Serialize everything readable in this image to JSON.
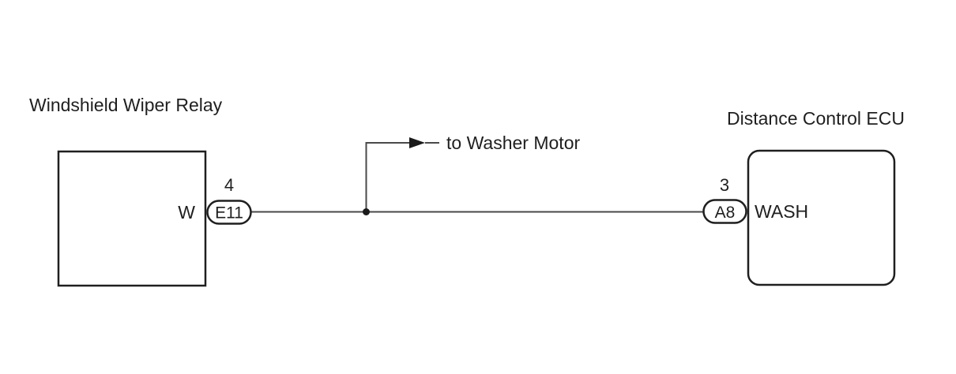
{
  "diagram": {
    "left_component": {
      "name": "Windshield Wiper Relay",
      "terminal_label": "W",
      "connector_id": "E11",
      "pin_number": "4"
    },
    "right_component": {
      "name": "Distance Control ECU",
      "terminal_label": "WASH",
      "connector_id": "A8",
      "pin_number": "3"
    },
    "branch_label": "to Washer Motor",
    "colors": {
      "component_line": "#1f1f1f",
      "wire_line": "#4a4a4a",
      "background": "#ffffff"
    }
  }
}
